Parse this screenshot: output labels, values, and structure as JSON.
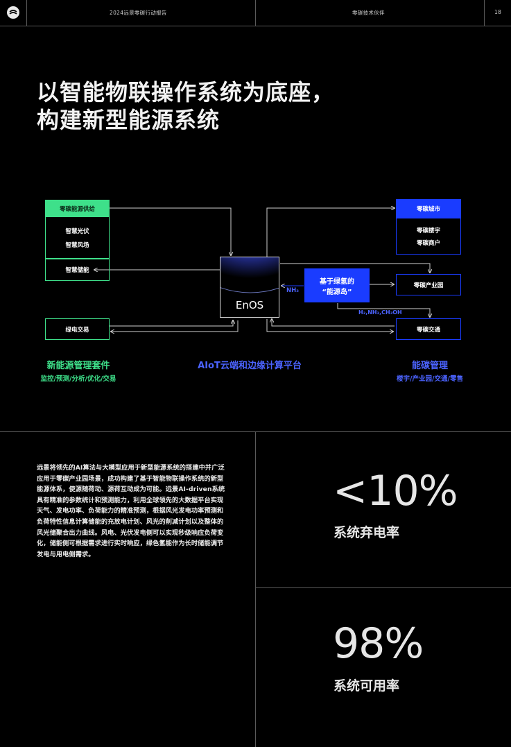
{
  "header": {
    "report_title": "2024远景零碳行动报告",
    "section": "零碳技术伙伴",
    "page_number": "18"
  },
  "title": {
    "line1": "以智能物联操作系统为底座，",
    "line2": "构建新型能源系统"
  },
  "diagram": {
    "supply": {
      "header": "零碳能源供给",
      "item1": "智慧光伏",
      "item2": "智慧风场",
      "storage": "智慧储能"
    },
    "trading": "绿电交易",
    "enos": "EnOS",
    "hydrogen": {
      "line1": "基于绿氢的",
      "line2": "“能源岛”",
      "nh3": "NH₃",
      "chem": "H₂,NH₃,CH₃OH"
    },
    "city": {
      "header": "零碳城市",
      "item1": "零碳楼宇",
      "item2": "零碳商户"
    },
    "industrial_park": "零碳产业园",
    "transport": "零碳交通",
    "captions": {
      "left_title": "新能源管理套件",
      "left_sub": "监控/预测/分析/优化/交易",
      "center_title": "AIoT云端和边缘计算平台",
      "right_title": "能碳管理",
      "right_sub": "楼宇/产业园/交通/零售"
    },
    "colors": {
      "green": "#3ee08a",
      "blue": "#1a3cff"
    }
  },
  "body_text": "远景将领先的AI算法与大模型应用于新型能源系统的搭建中并广泛应用于零碳产业园场景，成功构建了基于智能物联操作系统的新型能源体系，使源随荷动、源荷互动成为可能。远景AI-driven系统具有精准的参数统计和预测能力，利用全球领先的大数据平台实现天气、发电功率、负荷能力的精准预测，根据风光发电功率预测和负荷特性信息计算储能的充放电计划、风光的削减计划以及整体的风光储聚合出力曲线。风电、光伏发电侧可以实现秒级响应负荷变化，储能侧可根据需求进行实时响应，绿色氢能作为长时储能调节发电与用电侧需求。",
  "stats": [
    {
      "value": "<10%",
      "label": "系统弃电率"
    },
    {
      "value": "98%",
      "label": "系统可用率"
    }
  ]
}
